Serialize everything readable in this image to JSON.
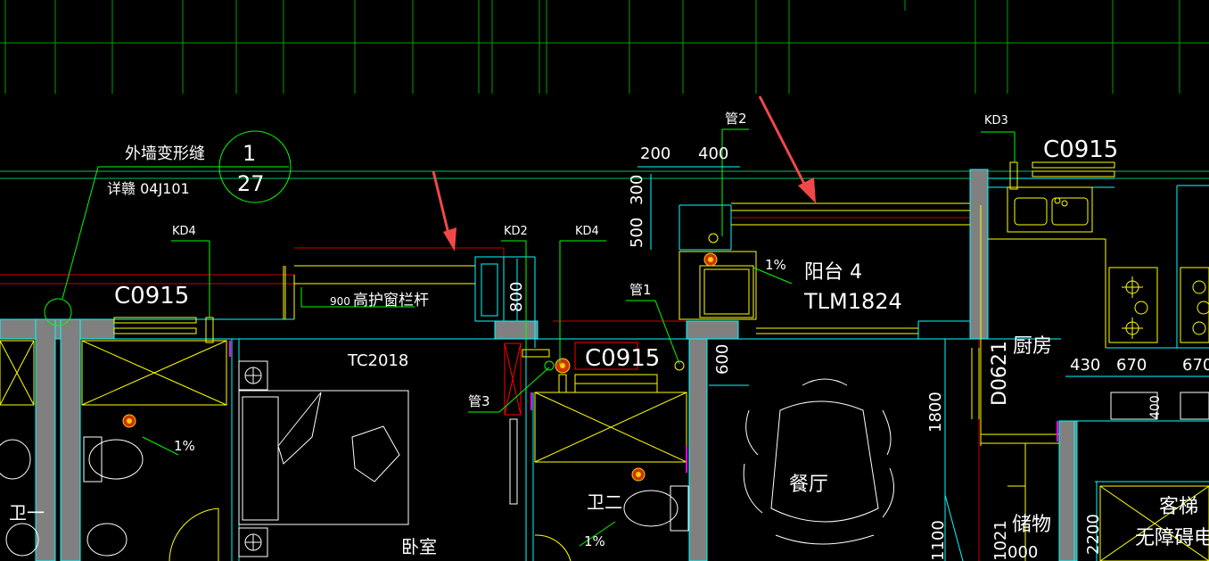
{
  "labels": {
    "joint_title": "外墙变形缝",
    "joint_ref": "详赣 04J101",
    "callout_top": "1",
    "callout_bottom": "27",
    "kd4_left": "KD4",
    "kd2": "KD2",
    "kd4_mid": "KD4",
    "kd3": "KD3",
    "guan1": "管1",
    "guan2": "管2",
    "guan3": "管3",
    "c0915_left": "C0915",
    "c0915_mid": "C0915",
    "c0915_right": "C0915",
    "tc2018": "TC2018",
    "railing": "高护窗栏杆",
    "railing_dim": "900",
    "balcony": "阳台 4",
    "tlm": "TLM1824",
    "kitchen": "厨房",
    "d0621": "D0621",
    "bath1": "卫一",
    "bath2": "卫二",
    "bedroom": "卧室",
    "dining": "餐厅",
    "storage": "储物",
    "elevator": "客梯",
    "accessible": "无障碍电梯",
    "slope1": "1%",
    "slope2": "1%",
    "slope3": "1%"
  },
  "dims": {
    "d200": "200",
    "d400": "400",
    "d500": "500",
    "d300": "300",
    "d800": "800",
    "d600": "600",
    "d1800": "1800",
    "d430": "430",
    "d670a": "670",
    "d670b": "670",
    "d400b": "400",
    "d1100": "1100",
    "d1021": "1021",
    "d000": "000",
    "d2200": "2200"
  },
  "colors": {
    "background": "#000000",
    "wall_fill": "#808080",
    "cyan": "#00ffff",
    "yellow": "#ffff00",
    "green": "#00ff00",
    "red": "#ff0000",
    "white": "#ffffff",
    "magenta": "#ff00ff",
    "annotation_arrow": "#f04848"
  }
}
